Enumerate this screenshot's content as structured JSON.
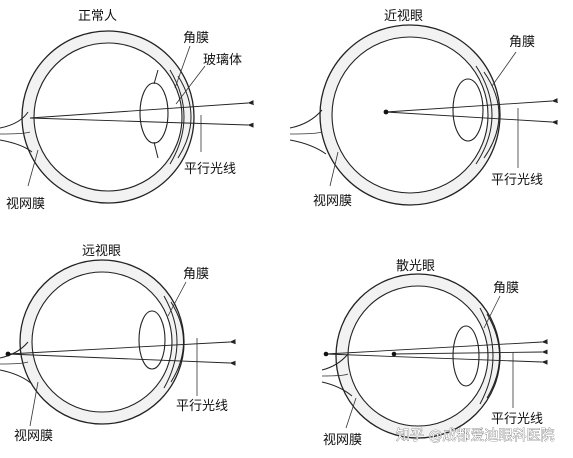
{
  "panels": [
    {
      "id": "normal",
      "title": "正常人",
      "labels": {
        "cornea": "角膜",
        "vitreous": "玻璃体",
        "rays": "平行光线",
        "retina": "视网膜"
      }
    },
    {
      "id": "myopia",
      "title": "近视眼",
      "labels": {
        "cornea": "角膜",
        "rays": "平行光线",
        "retina": "视网膜"
      }
    },
    {
      "id": "hyperopia",
      "title": "远视眼",
      "labels": {
        "cornea": "角膜",
        "rays": "平行光线",
        "retina": "视网膜"
      }
    },
    {
      "id": "astigmatism",
      "title": "散光眼",
      "labels": {
        "cornea": "角膜",
        "rays": "平行光线",
        "retina": "视网膜"
      }
    }
  ],
  "watermark": "知乎 @成都爱迪眼科医院"
}
